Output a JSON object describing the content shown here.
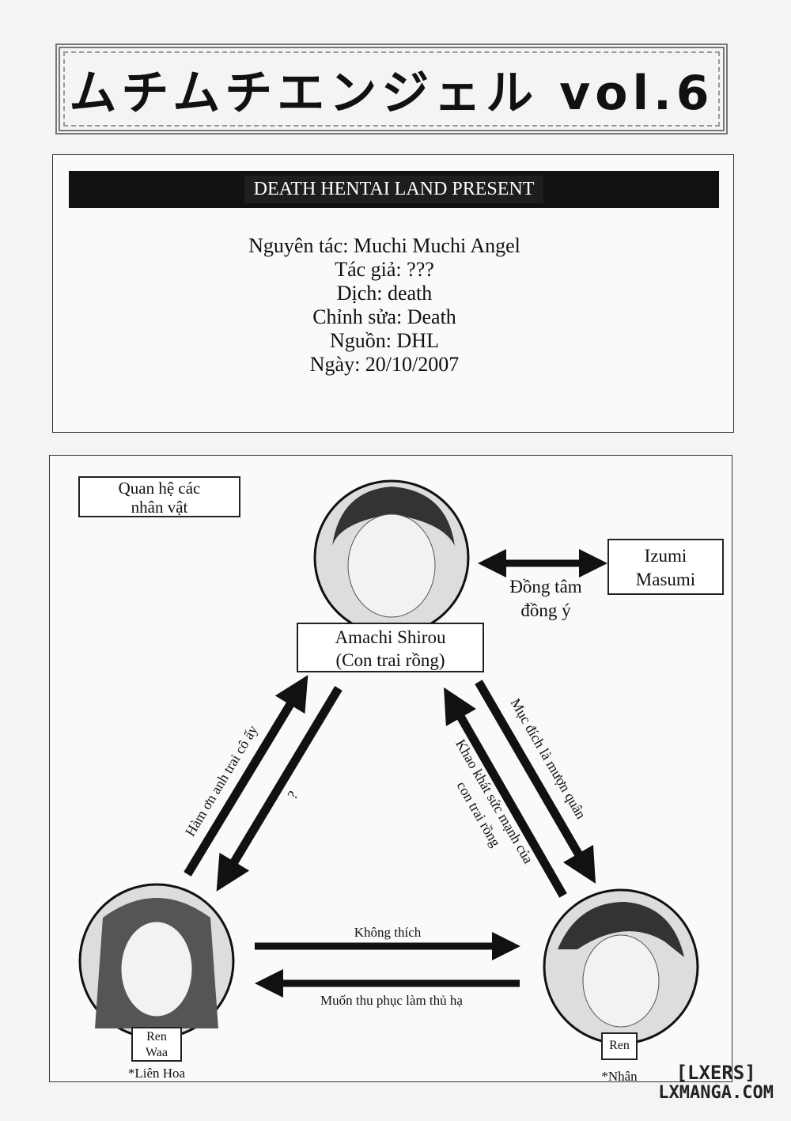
{
  "title": "ムチムチエンジェル vol.6",
  "credits": {
    "banner": "DEATH HENTAI LAND PRESENT",
    "lines": [
      "Nguyên tác: Muchi Muchi Angel",
      "Tác giả: ???",
      "Dịch: death",
      "Chỉnh sửa: Death",
      "Nguồn: DHL",
      "Ngày: 20/10/2007"
    ]
  },
  "diagram": {
    "heading": [
      "Quan hệ các",
      "nhân vật"
    ],
    "center_character": [
      "Amachi Shirou",
      "(Con trai rồng)"
    ],
    "ally": [
      "Izumi",
      "Masumi"
    ],
    "ally_relation": [
      "Đồng tâm",
      "đồng ý"
    ],
    "left_character": {
      "name": [
        "Ren",
        "Waa"
      ],
      "alias": "*Liên Hoa"
    },
    "right_character": {
      "name": "Ren",
      "alias": "*Nhân"
    },
    "relations": {
      "left_to_center": "Hàm ơn anh trai cô ấy",
      "center_to_left": "?",
      "center_to_right": "Mục đích là mượn quân",
      "right_to_center": [
        "Khao khát sức mạnh của",
        "con trai rồng"
      ],
      "left_to_right": "Không thích",
      "right_to_left": "Muốn thu phục làm thủ hạ"
    }
  },
  "watermark": [
    "[LXERS]",
    "LXMANGA.COM"
  ]
}
